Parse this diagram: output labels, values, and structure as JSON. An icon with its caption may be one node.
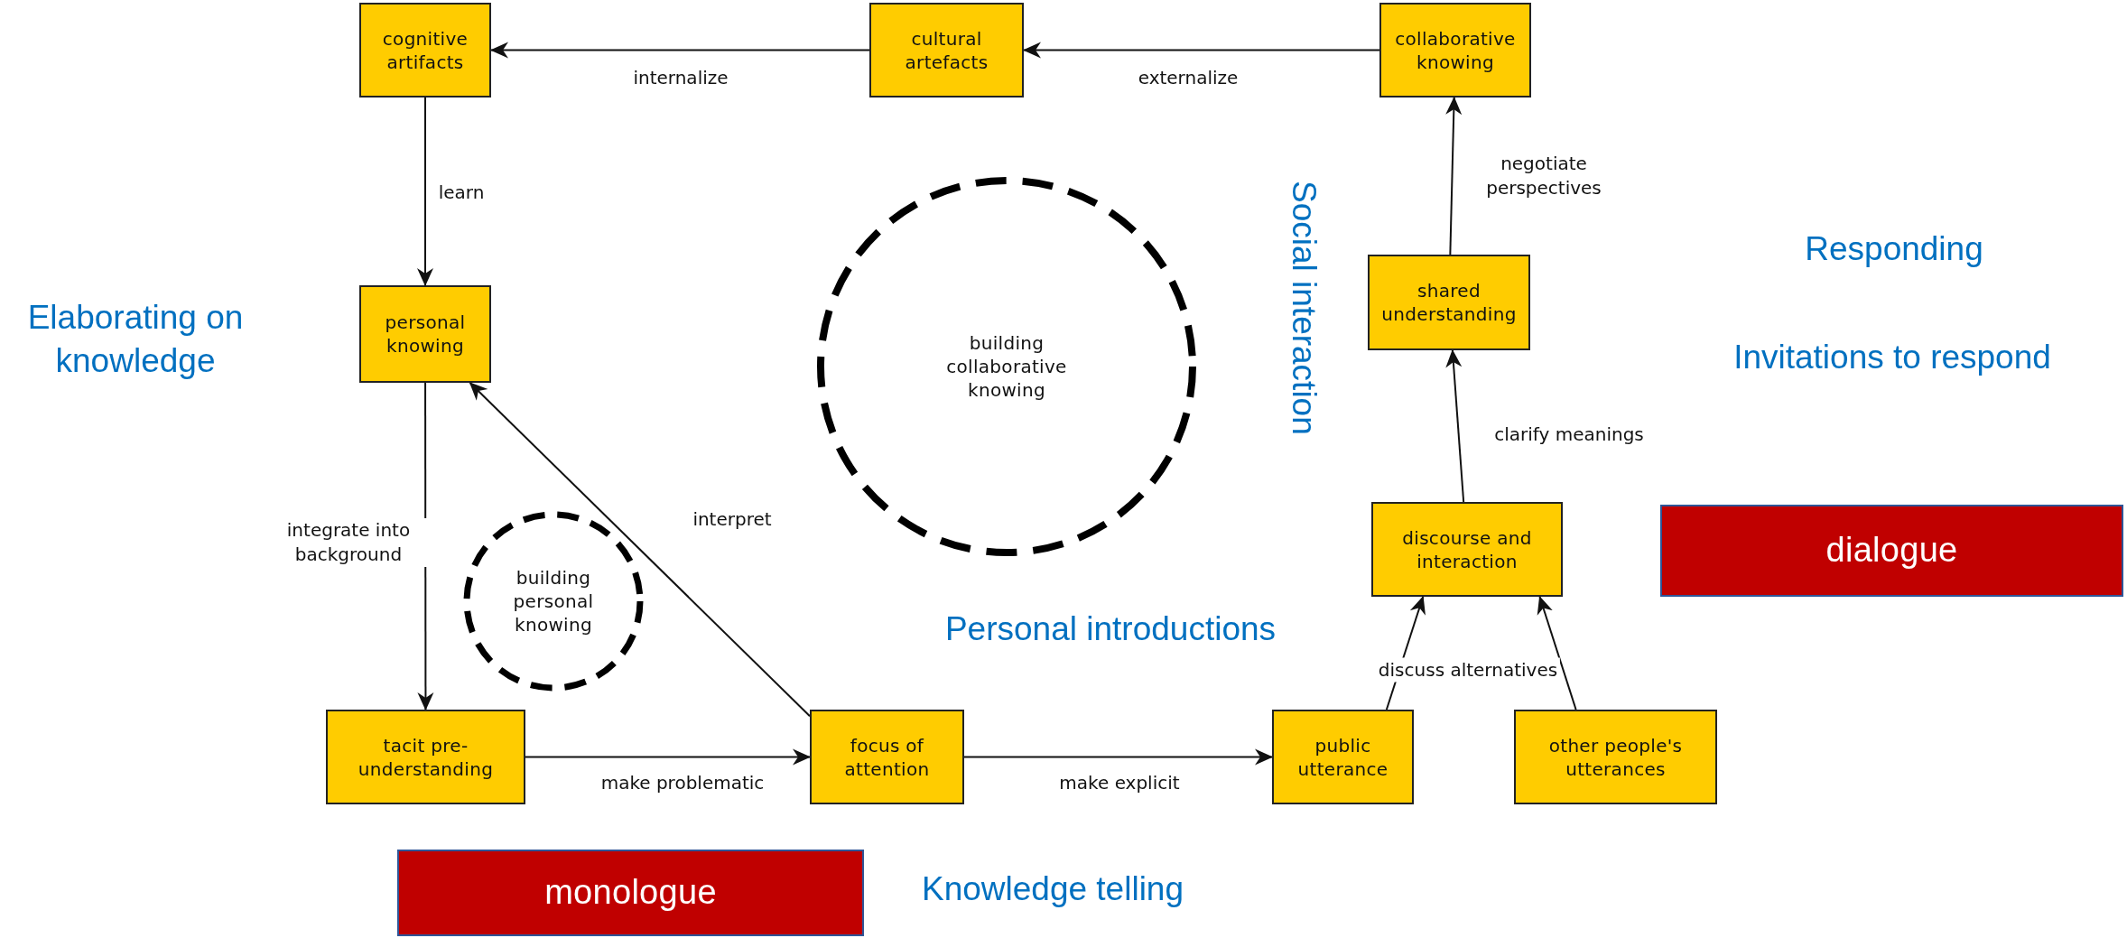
{
  "diagram": {
    "nodes": [
      {
        "text": [
          "cognitive artifacts"
        ]
      },
      {
        "text": [
          "cultural artefacts"
        ]
      },
      {
        "text": [
          "collaborative knowing"
        ]
      },
      {
        "text": [
          "personal knowing"
        ]
      },
      {
        "text": [
          "building collaborative knowing"
        ]
      },
      {
        "text": [
          "shared understanding"
        ]
      },
      {
        "text": [
          "discourse and interaction"
        ]
      },
      {
        "text": [
          "building personal knowing"
        ]
      },
      {
        "text": [
          "tacit pre-understanding"
        ]
      },
      {
        "text": [
          "focus of attention"
        ]
      },
      {
        "text": [
          "public utterance"
        ]
      },
      {
        "text": [
          "other people's utterances"
        ]
      },
      {
        "text": [
          "dialogue"
        ]
      },
      {
        "text": [
          "monologue"
        ]
      }
    ],
    "edges": [
      {
        "from": 1,
        "to": 0,
        "arrow": "to",
        "label": "internalize"
      },
      {
        "from": 2,
        "to": 1,
        "arrow": "to",
        "label": "externalize"
      },
      {
        "from": 0,
        "to": 3,
        "arrow": "to",
        "label": "learn"
      },
      {
        "from": 3,
        "to": 8,
        "arrow": "to",
        "label": "integrate into background"
      },
      {
        "from": 8,
        "to": 9,
        "arrow": "to",
        "label": "make problematic"
      },
      {
        "from": 9,
        "to": 3,
        "arrow": "to",
        "label": "interpret"
      },
      {
        "from": 9,
        "to": 10,
        "arrow": "to",
        "label": "make explicit"
      },
      {
        "from": 10,
        "to": 6,
        "arrow": "to",
        "label": "discuss alternatives"
      },
      {
        "from": 11,
        "to": 6,
        "arrow": "to"
      },
      {
        "from": 6,
        "to": 5,
        "arrow": "to",
        "label": "clarify meanings"
      },
      {
        "from": 5,
        "to": 2,
        "arrow": "to",
        "label": "negotiate perspectives"
      }
    ],
    "labels": [
      "Social interaction",
      "Responding",
      "Elaborating on knowledge",
      "Invitations to respond",
      "Personal introductions",
      "Knowledge telling"
    ]
  }
}
